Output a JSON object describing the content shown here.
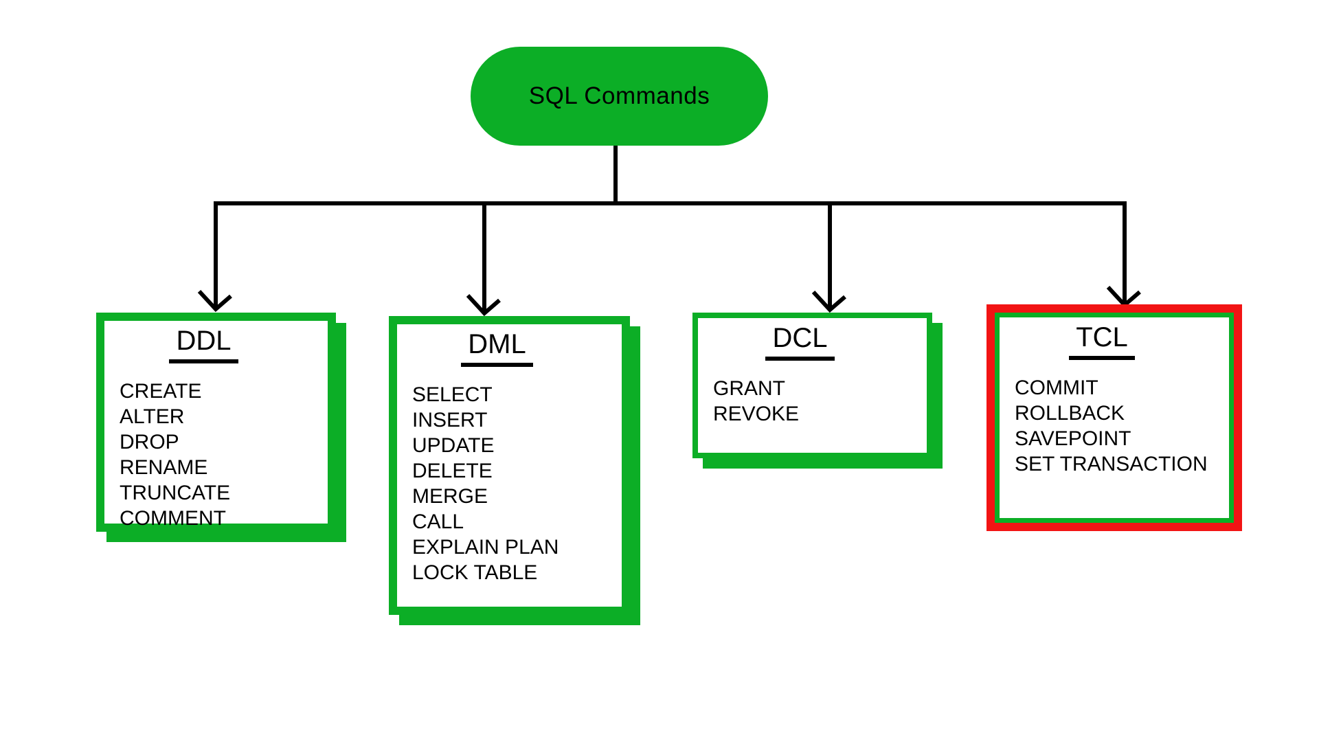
{
  "diagram": {
    "title": "SQL commands classification flowchart",
    "root": {
      "label": "SQL Commands"
    },
    "colors": {
      "node_green": "#0cae26",
      "highlight_red": "#f21414",
      "line_black": "#000000",
      "background": "#ffffff"
    },
    "nodes": [
      {
        "id": "ddl",
        "title": "DDL",
        "items": [
          "CREATE",
          "ALTER",
          "DROP",
          "RENAME",
          "TRUNCATE",
          "COMMENT"
        ]
      },
      {
        "id": "dml",
        "title": "DML",
        "items": [
          "SELECT",
          "INSERT",
          "UPDATE",
          "DELETE",
          "MERGE",
          "CALL",
          "EXPLAIN PLAN",
          "LOCK TABLE"
        ]
      },
      {
        "id": "dcl",
        "title": "DCL",
        "items": [
          "GRANT",
          "REVOKE"
        ]
      },
      {
        "id": "tcl",
        "title": "TCL",
        "items": [
          "COMMIT",
          "ROLLBACK",
          "SAVEPOINT",
          "SET TRANSACTION"
        ]
      }
    ]
  }
}
